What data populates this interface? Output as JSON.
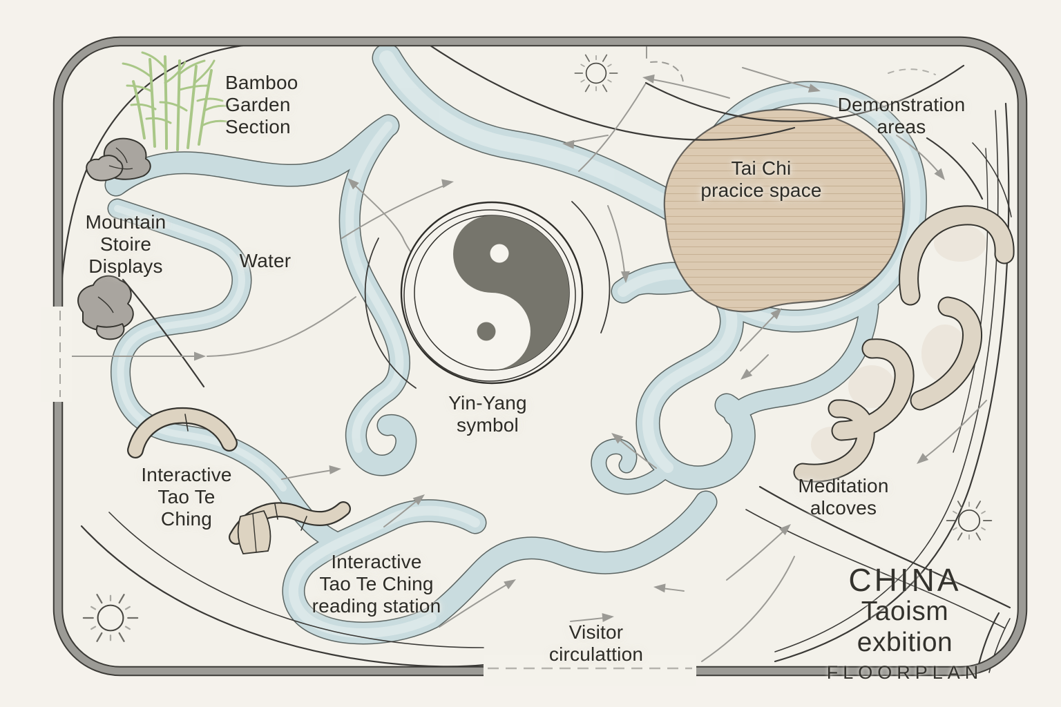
{
  "header": {
    "country": "CHINA",
    "title": "Taoism exbition",
    "subtitle": "FLOORPLAN"
  },
  "areas": {
    "bamboo": {
      "label": "Bamboo\nGarden\nSection"
    },
    "mountain": {
      "label": "Mountain\nStoire\nDisplays"
    },
    "water": {
      "label": "Water"
    },
    "yinyang": {
      "label": "Yin-Yang\nsymbol"
    },
    "taichi": {
      "label": "Tai Chi\npracice space"
    },
    "demonstration": {
      "label": "Demonstration\nareas"
    },
    "meditation": {
      "label": "Meditation\nalcoves"
    },
    "taoteching": {
      "label": "Interactive\nTao Te\nChing"
    },
    "reading": {
      "label": "Interactive\nTao Te Ching\nreading station"
    },
    "visitor": {
      "label": "Visitor\ncirculattion"
    }
  },
  "icons": {
    "sun": "sun-icon",
    "yin_yang": "yin-yang-icon",
    "bamboo_plant": "bamboo-plant-icon",
    "rocks": "rocks-icon",
    "arrow": "direction-arrow-icon"
  },
  "colors": {
    "paper": "#f5f2ec",
    "interior": "#f3f1ea",
    "border_gray": "#9c9b96",
    "ink": "#34332e",
    "water": "#c9dcdf",
    "water_edge": "#3f4b4a",
    "path_gray": "#9b9a95",
    "taichi_fill": "#dccab2",
    "taichi_hatch": "#bfa88b",
    "alcove": "#ded5c5",
    "bench": "#ddd3c1",
    "rock": "#a9a59f",
    "bamboo_green": "#a9c787",
    "yinyang_dark": "#76756c"
  }
}
